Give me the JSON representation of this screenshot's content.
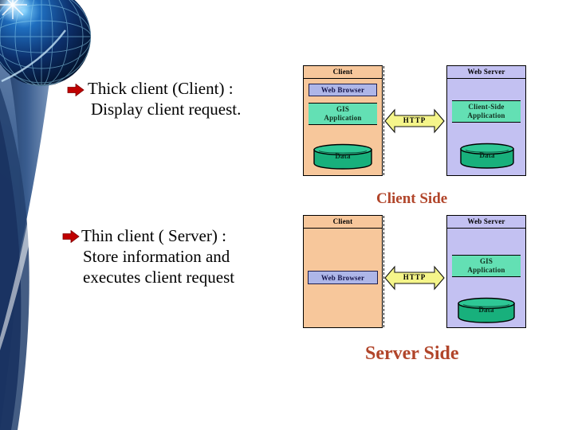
{
  "slide": {
    "background": {
      "globe_icon": "globe-icon",
      "swoosh_color": "#2A4A7C",
      "page_color": "#FFFFFF"
    },
    "bullets": [
      {
        "id": "thick-client",
        "bullet_icon": "red-arrow-bullet-icon",
        "bullet_color": "#C00000",
        "lines": [
          "Thick client (Client) :",
          "Display client request."
        ]
      },
      {
        "id": "thin-client",
        "bullet_icon": "red-arrow-bullet-icon",
        "bullet_color": "#C00000",
        "lines": [
          "Thin client ( Server) :",
          "Store information and",
          "executes client request"
        ]
      }
    ],
    "captions": [
      {
        "id": "client-side",
        "text": "Client Side",
        "color": "#B1452A"
      },
      {
        "id": "server-side",
        "text": "Server Side",
        "color": "#B1452A"
      }
    ],
    "figures": [
      {
        "id": "client-side-architecture",
        "caption": "Client Side",
        "client": {
          "title": "Client",
          "fill": "#F7C79B",
          "components": [
            {
              "name": "Web Browser",
              "type": "browser",
              "fill": "#AEB6E8"
            },
            {
              "name": "GIS Application",
              "type": "application",
              "fill": "#63E0B4",
              "lines": [
                "GIS",
                "Application"
              ]
            },
            {
              "name": "Data",
              "type": "database",
              "fill": "#18B07C"
            }
          ]
        },
        "connector": {
          "label": "HTTP",
          "fill": "#F5F58A",
          "style": "double-arrow"
        },
        "server": {
          "title": "Web Server",
          "fill": "#C3C1F2",
          "components": [
            {
              "name": "Client-Side Application",
              "type": "application",
              "fill": "#63E0B4",
              "lines": [
                "Client-Side",
                "Application"
              ]
            },
            {
              "name": "Data",
              "type": "database",
              "fill": "#18B07C"
            }
          ]
        }
      },
      {
        "id": "server-side-architecture",
        "caption": "Server Side",
        "client": {
          "title": "Client",
          "fill": "#F7C79B",
          "components": [
            {
              "name": "Web Browser",
              "type": "browser",
              "fill": "#AEB6E8"
            }
          ]
        },
        "connector": {
          "label": "HTTP",
          "fill": "#F5F58A",
          "style": "double-arrow"
        },
        "server": {
          "title": "Web Server",
          "fill": "#C3C1F2",
          "components": [
            {
              "name": "GIS Application",
              "type": "application",
              "fill": "#63E0B4",
              "lines": [
                "GIS",
                "Application"
              ]
            },
            {
              "name": "Data",
              "type": "database",
              "fill": "#18B07C"
            }
          ]
        }
      }
    ]
  }
}
